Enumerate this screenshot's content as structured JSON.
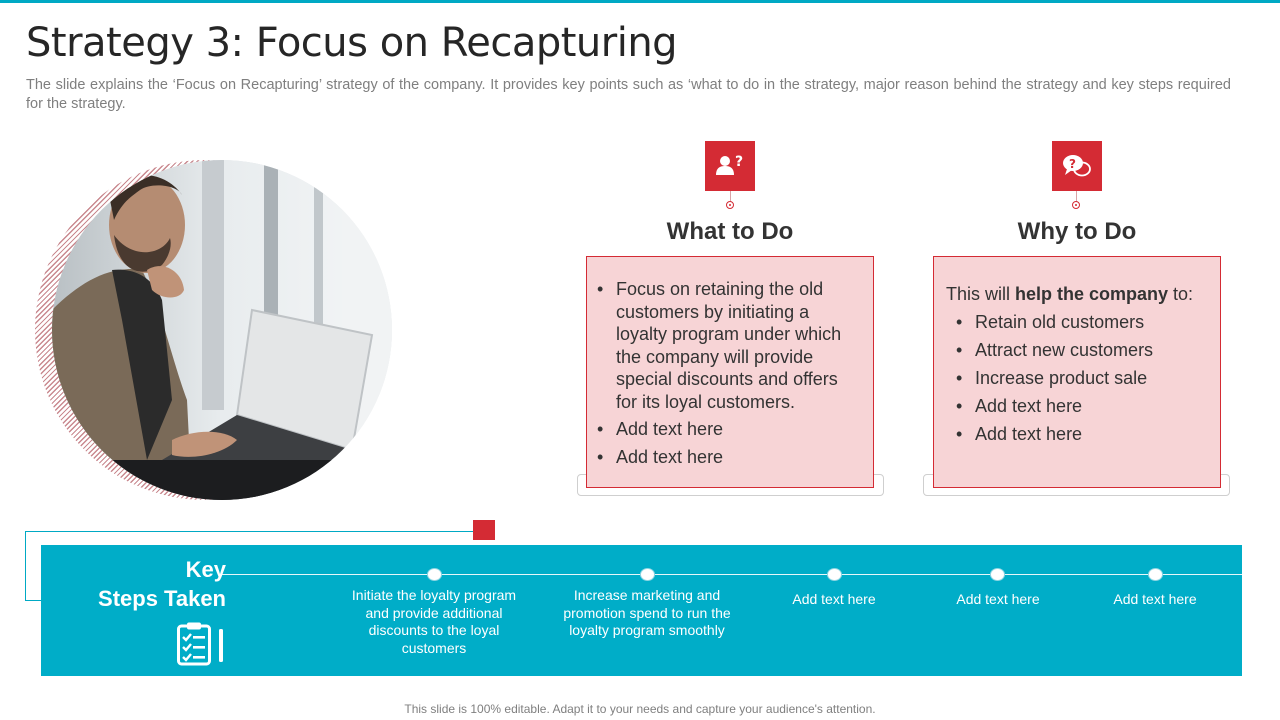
{
  "slide": {
    "title": "Strategy 3: Focus on Recapturing",
    "subtitle": "The slide explains the ‘Focus on Recapturing’ strategy of the company. It provides key points such as ‘what to do in the strategy, major reason behind the strategy and key steps required for the strategy.",
    "footer": "This slide is 100% editable. Adapt it to your needs and capture your audience's attention."
  },
  "colors": {
    "accent_red": "#d42b34",
    "accent_teal": "#00adc8",
    "card_fill": "#f7d4d6"
  },
  "photo": {
    "icon": "man-with-laptop-photo"
  },
  "what_to_do": {
    "icon": "person-question-icon",
    "title": "What to Do",
    "bullets": [
      "Focus on retaining the old customers by initiating a loyalty program under which the company will provide special discounts and offers for its loyal customers.",
      "Add text here",
      "Add text here"
    ]
  },
  "why_to_do": {
    "icon": "chat-question-icon",
    "title": "Why to Do",
    "intro_pre": "This will ",
    "intro_bold": "help the company",
    "intro_post": " to:",
    "bullets": [
      "Retain old customers",
      "Attract new customers",
      "Increase product sale",
      "Add text here",
      "Add text here"
    ]
  },
  "key_steps": {
    "title_line1": "Key",
    "title_line2": "Steps Taken",
    "icon": "clipboard-checklist-icon",
    "steps": [
      "Initiate the loyalty program and provide additional discounts to the loyal customers",
      "Increase marketing and promotion spend to run the loyalty program smoothly",
      "Add text here",
      "Add text here",
      "Add text here"
    ]
  }
}
